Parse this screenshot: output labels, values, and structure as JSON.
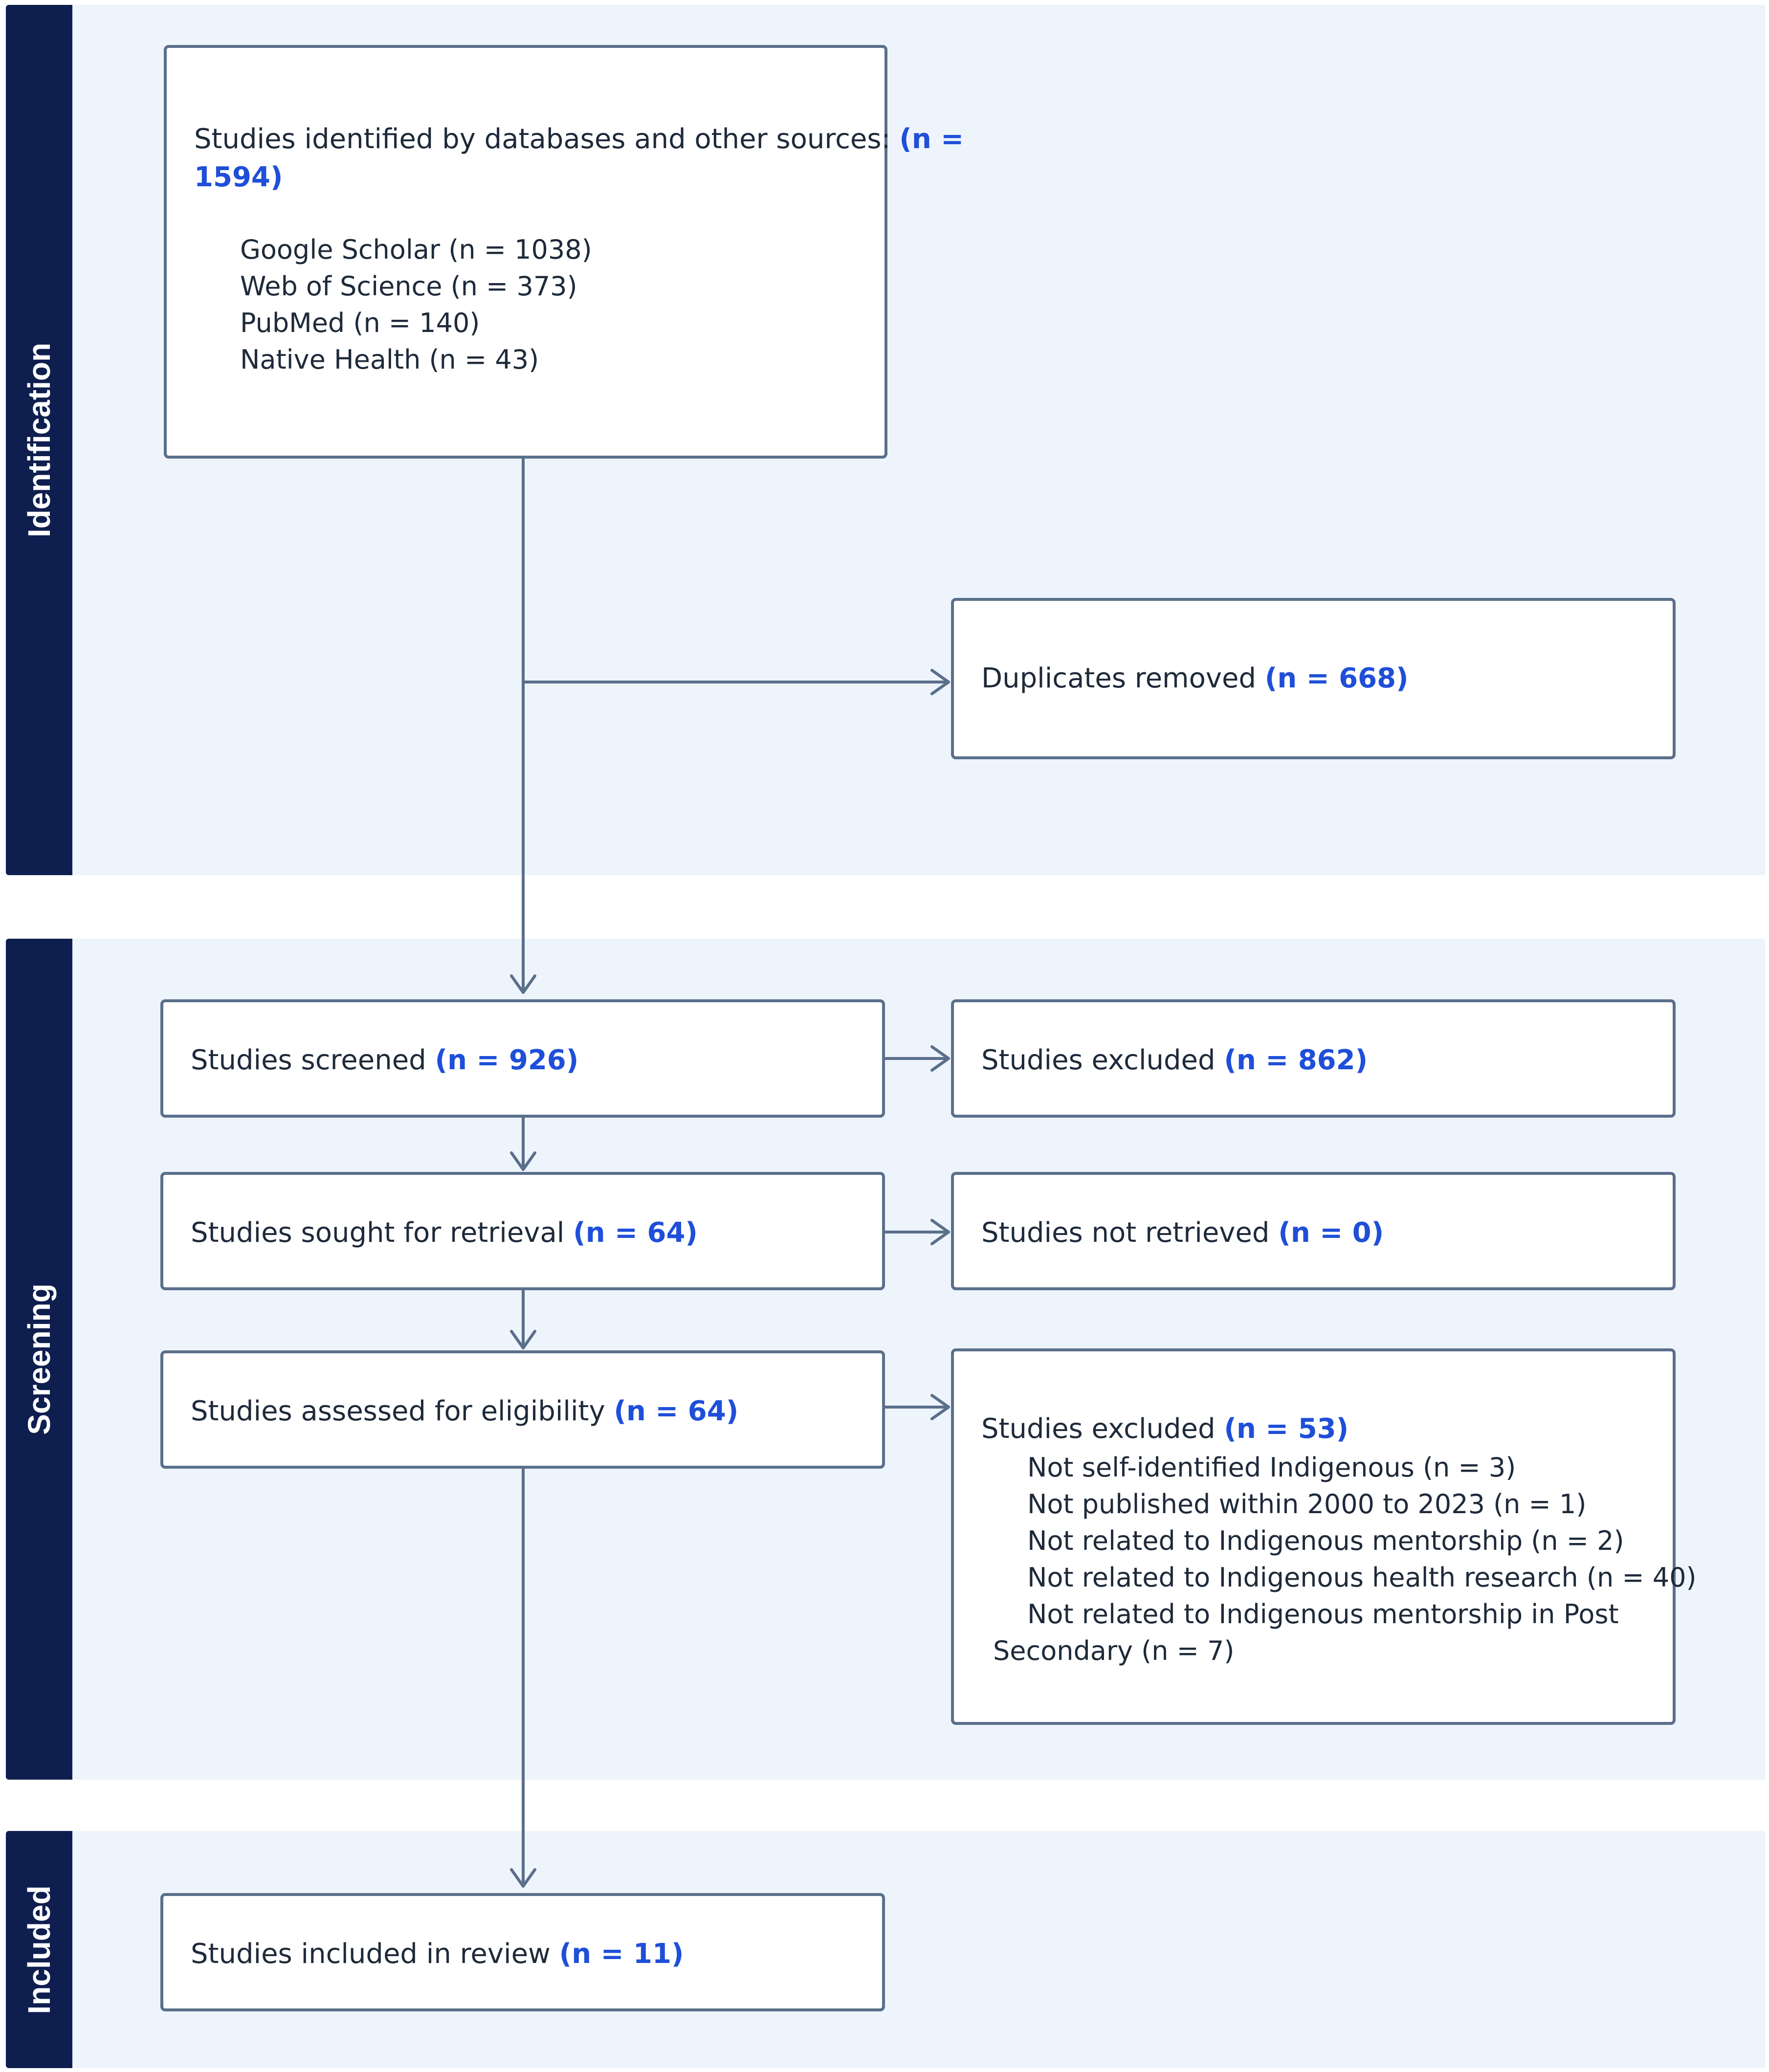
{
  "phases": {
    "identification": "Identification",
    "screening": "Screening",
    "included": "Included"
  },
  "identified": {
    "label": "Studies identified by databases and other sources: ",
    "count_part1": "(n =",
    "count_part2": "1594)",
    "sources": [
      "Google Scholar (n = 1038)",
      "Web of Science (n = 373)",
      "PubMed (n = 140)",
      "Native Health (n = 43)"
    ]
  },
  "duplicates": {
    "label": "Duplicates removed ",
    "count": "(n = 668)"
  },
  "screened": {
    "label": "Studies screened ",
    "count": "(n = 926)"
  },
  "excluded_screen": {
    "label": "Studies excluded ",
    "count": "(n = 862)"
  },
  "sought": {
    "label": "Studies sought for retrieval ",
    "count": "(n = 64)"
  },
  "not_retrieved": {
    "label": "Studies not retrieved ",
    "count": "(n = 0)"
  },
  "assessed": {
    "label": "Studies assessed for eligibility ",
    "count": "(n = 64)"
  },
  "excluded_eligibility": {
    "label": "Studies excluded ",
    "count": "(n = 53)",
    "reasons": [
      "Not self-identified Indigenous (n = 3)",
      "Not published within 2000 to 2023 (n = 1)",
      "Not related to Indigenous mentorship (n = 2)",
      "Not related to Indigenous health research (n = 40)",
      "Not related to Indigenous mentorship in Post"
    ],
    "reason_continuation": "Secondary (n = 7)"
  },
  "included": {
    "label": "Studies included in review ",
    "count": "(n = 11)"
  },
  "colors": {
    "phase_bar": "#0e1f4f",
    "phase_background": "#eef4fc",
    "count_highlight": "#1f4fd8",
    "connector": "#5a6f8a"
  }
}
